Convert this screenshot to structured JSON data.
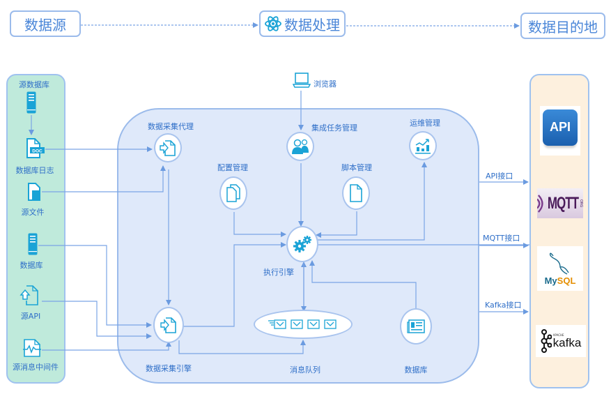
{
  "stages": {
    "source": "数据源",
    "process": "数据处理",
    "destination": "数据目的地"
  },
  "sources": {
    "source_db": "源数据库",
    "db_log": "数据库日志",
    "db_log_badge": "DOC",
    "source_file": "源文件",
    "database": "数据库",
    "source_api": "源API",
    "source_mq": "源消息中间件"
  },
  "processing": {
    "browser": "浏览器",
    "collect_agent": "数据采集代理",
    "task_mgmt": "集成任务管理",
    "ops_mgmt": "运维管理",
    "config_mgmt": "配置管理",
    "script_mgmt": "脚本管理",
    "exec_engine": "执行引擎",
    "collect_engine": "数据采集引擎",
    "message_queue": "消息队列",
    "database": "数据库"
  },
  "interfaces": {
    "api": "API接口",
    "mqtt": "MQTT接口",
    "kafka": "Kafka接口"
  },
  "destinations": {
    "api_logo": "API",
    "mqtt_logo": "MQTT",
    "mqtt_org": "ORG",
    "mysql_my": "My",
    "mysql_sql": "SQL",
    "kafka_logo": "kafka",
    "kafka_apache": "APACHE"
  },
  "colors": {
    "line": "#6b9be0",
    "icon": "#1aa3d6",
    "text": "#2f6fc8",
    "source_panel": "#bfeadb",
    "process_panel": "#dfe9fa",
    "dest_panel": "#fdf0de"
  }
}
